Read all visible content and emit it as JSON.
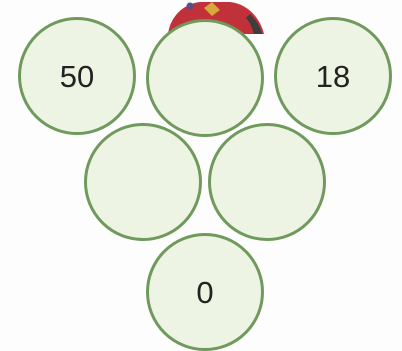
{
  "puzzle": {
    "circles": [
      {
        "value": "50"
      },
      {
        "value": ""
      },
      {
        "value": "18"
      },
      {
        "value": ""
      },
      {
        "value": ""
      },
      {
        "value": "0"
      }
    ]
  },
  "colors": {
    "circle_fill": "#eef4e3",
    "circle_border": "#6f9a5c",
    "character_red": "#c0313a"
  },
  "icons": {
    "character": "cartoon-character-icon"
  }
}
